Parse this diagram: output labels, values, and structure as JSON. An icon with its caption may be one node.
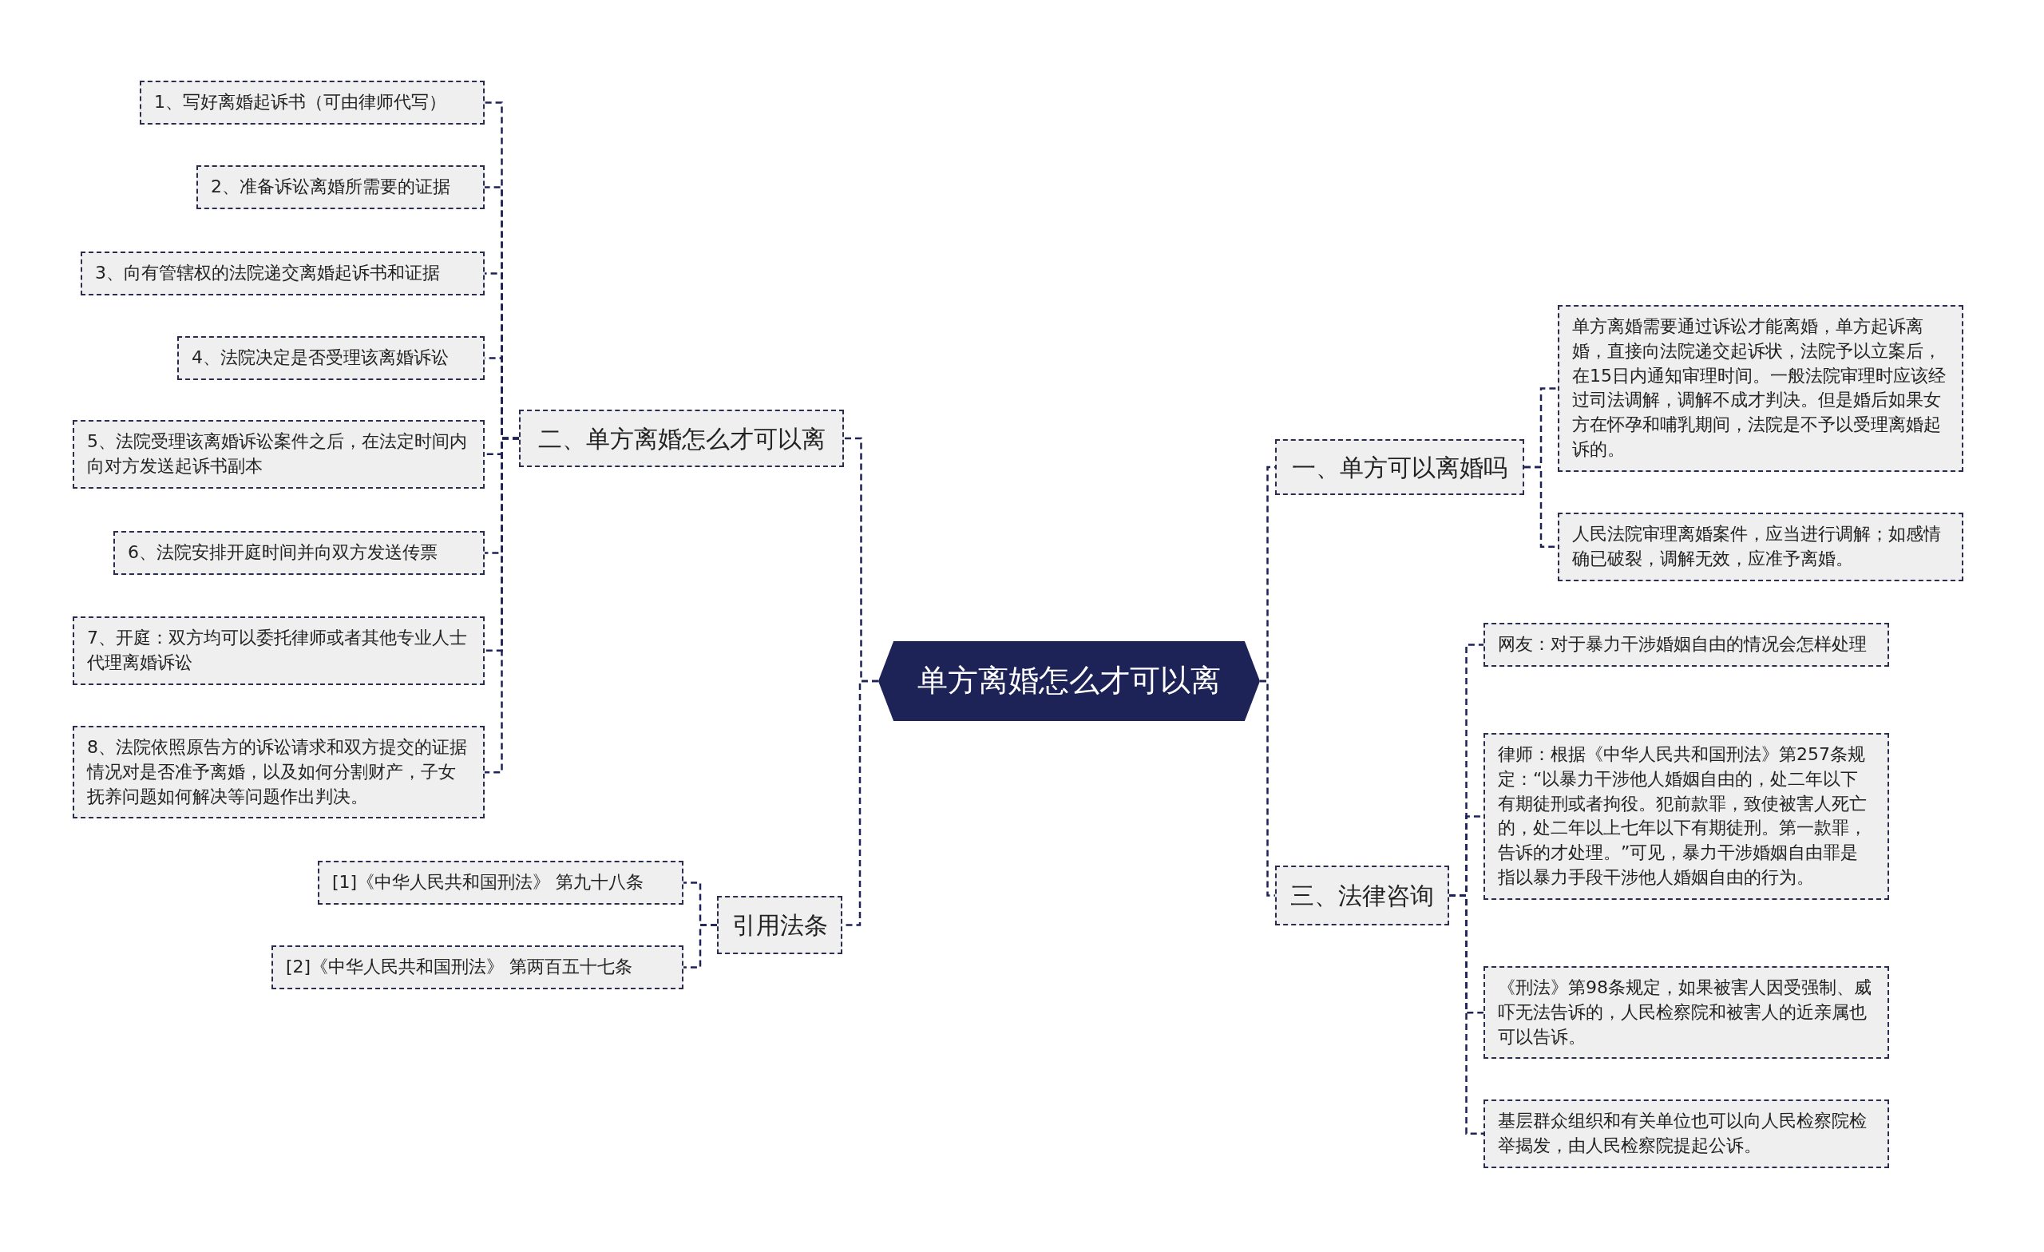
{
  "diagram": {
    "nodes": [
      {
        "text": [
          "单方离婚怎么才可以离"
        ]
      },
      {
        "text": [
          "一、单方可以离婚吗"
        ]
      },
      {
        "text": [
          "单方离婚需要通过诉讼才能离婚，单方起诉离婚，直接向法院递交起诉状，法院予以立案后，在15日内通知审理时间。一般法院审理时应该经过司法调解，调解不成才判决。但是婚后如果女方在怀孕和哺乳期间，法院是不予以受理离婚起诉的。"
        ]
      },
      {
        "text": [
          "人民法院审理离婚案件，应当进行调解；如感情确已破裂，调解无效，应准予离婚。"
        ]
      },
      {
        "text": [
          "三、法律咨询"
        ]
      },
      {
        "text": [
          "网友：对于暴力干涉婚姻自由的情况会怎样处理"
        ]
      },
      {
        "text": [
          "律师：根据《中华人民共和国刑法》第257条规定：“以暴力干涉他人婚姻自由的，处二年以下有期徒刑或者拘役。犯前款罪，致使被害人死亡的，处二年以上七年以下有期徒刑。第一款罪，告诉的才处理。”可见，暴力干涉婚姻自由罪是指以暴力手段干涉他人婚姻自由的行为。"
        ]
      },
      {
        "text": [
          "《刑法》第98条规定，如果被害人因受强制、威吓无法告诉的，人民检察院和被害人的近亲属也可以告诉。"
        ]
      },
      {
        "text": [
          "基层群众组织和有关单位也可以向人民检察院检举揭发，由人民检察院提起公诉。"
        ]
      },
      {
        "text": [
          "二、单方离婚怎么才可以离"
        ]
      },
      {
        "text": [
          "1、写好离婚起诉书（可由律师代写）"
        ]
      },
      {
        "text": [
          "2、准备诉讼离婚所需要的证据"
        ]
      },
      {
        "text": [
          "3、向有管辖权的法院递交离婚起诉书和证据"
        ]
      },
      {
        "text": [
          "4、法院决定是否受理该离婚诉讼"
        ]
      },
      {
        "text": [
          "5、法院受理该离婚诉讼案件之后，在法定时间内向对方发送起诉书副本"
        ]
      },
      {
        "text": [
          "6、法院安排开庭时间并向双方发送传票"
        ]
      },
      {
        "text": [
          "7、开庭：双方均可以委托律师或者其他专业人士代理离婚诉讼"
        ]
      },
      {
        "text": [
          "8、法院依照原告方的诉讼请求和双方提交的证据情况对是否准予离婚，以及如何分割财产，子女抚养问题如何解决等问题作出判决。"
        ]
      },
      {
        "text": [
          "引用法条"
        ]
      },
      {
        "text": [
          "[1]《中华人民共和国刑法》 第九十八条"
        ]
      },
      {
        "text": [
          "[2]《中华人民共和国刑法》 第两百五十七条"
        ]
      }
    ],
    "edges": [
      {
        "from": 0,
        "to": 1,
        "arrow": "none",
        "style": "dashed"
      },
      {
        "from": 1,
        "to": 2,
        "arrow": "none",
        "style": "dashed"
      },
      {
        "from": 1,
        "to": 3,
        "arrow": "none",
        "style": "dashed"
      },
      {
        "from": 0,
        "to": 4,
        "arrow": "none",
        "style": "dashed"
      },
      {
        "from": 4,
        "to": 5,
        "arrow": "none",
        "style": "dashed"
      },
      {
        "from": 4,
        "to": 6,
        "arrow": "none",
        "style": "dashed"
      },
      {
        "from": 4,
        "to": 7,
        "arrow": "none",
        "style": "dashed"
      },
      {
        "from": 4,
        "to": 8,
        "arrow": "none",
        "style": "dashed"
      },
      {
        "from": 0,
        "to": 9,
        "arrow": "none",
        "style": "dashed"
      },
      {
        "from": 9,
        "to": 10,
        "arrow": "none",
        "style": "dashed"
      },
      {
        "from": 9,
        "to": 11,
        "arrow": "none",
        "style": "dashed"
      },
      {
        "from": 9,
        "to": 12,
        "arrow": "none",
        "style": "dashed"
      },
      {
        "from": 9,
        "to": 13,
        "arrow": "none",
        "style": "dashed"
      },
      {
        "from": 9,
        "to": 14,
        "arrow": "none",
        "style": "dashed"
      },
      {
        "from": 9,
        "to": 15,
        "arrow": "none",
        "style": "dashed"
      },
      {
        "from": 9,
        "to": 16,
        "arrow": "none",
        "style": "dashed"
      },
      {
        "from": 9,
        "to": 17,
        "arrow": "none",
        "style": "dashed"
      },
      {
        "from": 0,
        "to": 18,
        "arrow": "none",
        "style": "dashed"
      },
      {
        "from": 18,
        "to": 19,
        "arrow": "none",
        "style": "dashed"
      },
      {
        "from": 18,
        "to": 20,
        "arrow": "none",
        "style": "dashed"
      }
    ]
  }
}
